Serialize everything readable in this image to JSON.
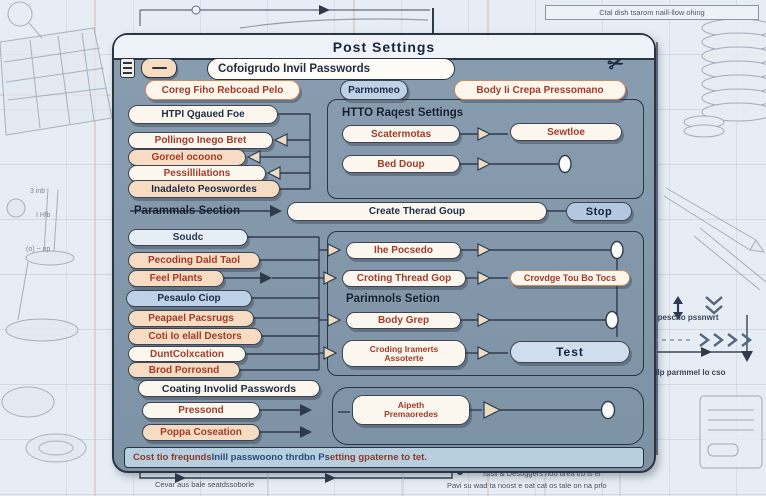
{
  "page": {
    "title": "Post Settings"
  },
  "icons": {
    "scissors_glyph": "✂"
  },
  "colors": {
    "window_bg": "#8296a9",
    "titlebar_bg": "#eef3f9",
    "cream_pill": "#fbf7ef",
    "peach_pill": "#f6dcc3",
    "blue_pill": "#bdd1e7",
    "navy_text": "#1e2c45",
    "red_text": "#a23b28",
    "status_bg": "#b7cfdf",
    "sketch_line": "#97a4b2"
  },
  "annotations": {
    "top_right": "Ctal dish tsarom naill-llow ohing",
    "right_1": "Oilifo pescno pssnwrt",
    "right_2": "Soilp parmmel Io cso",
    "left_1": "3 inb",
    "left_2": "I Hlb",
    "left_3": "(o) ~ np",
    "bottom_left": "Cevar aus bale seatdssoborle",
    "bottom_right_1": "Islsll & Desoggers noo drea t/b ls el",
    "bottom_right_2": "Pavi su wad ta noost e oat cat os tale on na prlo"
  },
  "window": {
    "name_field": "Cofoigrudo Invil Passwords",
    "header_pills": [
      {
        "label": "Coreg Fiho Rebcoad Pelo"
      },
      {
        "label": "Parmomeo"
      },
      {
        "label": "Body Ii Crepa Pressomano"
      }
    ],
    "group1": {
      "left": [
        {
          "label": "HTPI Qgaued Foe"
        },
        {
          "label": "Pollingo Inego Bret"
        },
        {
          "label": "Goroel ocoono"
        },
        {
          "label": "Pessillilations"
        },
        {
          "label": "Inadaleto Peoswordes"
        }
      ],
      "panel_title": "HTTO Raqest Settings",
      "middle": [
        {
          "label": "Scatermotas"
        },
        {
          "label": "Bed Doup"
        }
      ],
      "right": [
        {
          "label": "Sewtloe"
        }
      ]
    },
    "thread_row": {
      "section_title": "Parammals Section",
      "pill": "Create Therad Goup",
      "button": "Stop"
    },
    "group2": {
      "left": [
        {
          "label": "Soudc"
        },
        {
          "label": "Pecoding Dald Taol"
        },
        {
          "label": "Feel Plants"
        },
        {
          "label": "Pesaulo Ciop"
        },
        {
          "label": "Peapael Pacsrugs"
        },
        {
          "label": "Coti Io elall Destors"
        },
        {
          "label": "DuntColxcation"
        },
        {
          "label": "Brod Porrosnd"
        }
      ],
      "panel_title": "Parimnols Setion",
      "middle": [
        {
          "label": "Ihe Pocsedo"
        },
        {
          "label": "Croting Thread Gop"
        },
        {
          "label": "Body Grep"
        },
        {
          "line1": "Croding Iramerts",
          "line2": "Assoterte"
        }
      ],
      "right": {
        "pill": "Crovdge Tou Bo Tocs",
        "button": "Test"
      }
    },
    "bottom": {
      "section_title": "Coating Involid Passwords",
      "left": [
        {
          "label": "Pressond"
        },
        {
          "label": "Poppa Coseation"
        }
      ],
      "panel_pill": {
        "line1": "Aipeth",
        "line2": "Premaoredes"
      }
    },
    "status": {
      "segments": [
        {
          "text": "Cost tio frequnds "
        },
        {
          "text": "Inill passwoono thrdbn Ps "
        },
        {
          "text": "etting gpaterne to tet."
        }
      ]
    }
  }
}
